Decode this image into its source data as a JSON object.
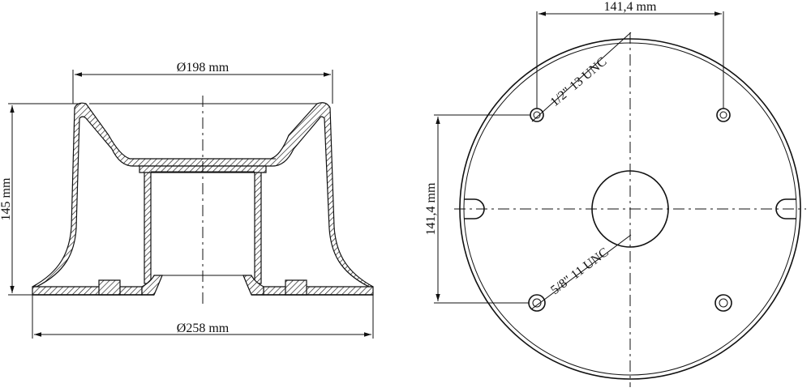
{
  "side_view": {
    "top_diameter_label": "Ø198 mm",
    "bottom_diameter_label": "Ø258 mm",
    "height_label": "145 mm"
  },
  "top_view": {
    "bolt_spacing_horizontal_label": "141,4 mm",
    "bolt_spacing_vertical_label": "141,4 mm",
    "upper_thread_label": "1/2\" 13 UNC",
    "lower_thread_label": "5/8\" 11 UNC"
  }
}
